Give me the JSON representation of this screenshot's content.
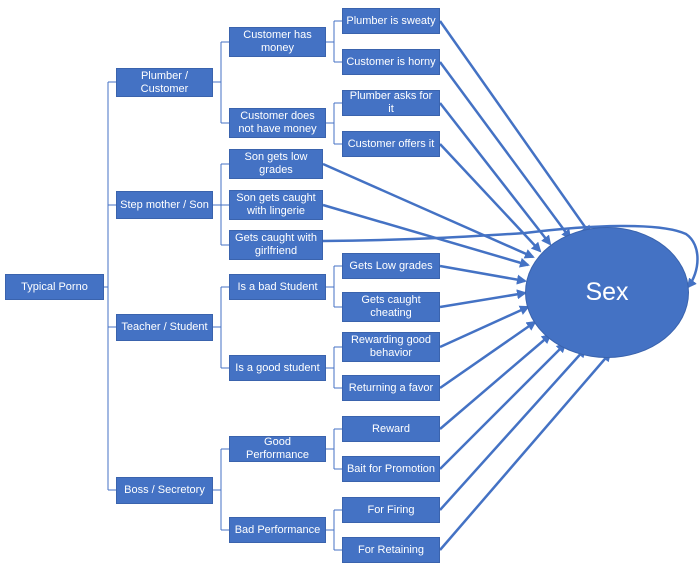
{
  "root": {
    "label": "Typical Porno"
  },
  "categories": {
    "plumber": "Plumber / Customer",
    "stepmom": "Step mother / Son",
    "teacher": "Teacher / Student",
    "boss": "Boss / Secretory"
  },
  "conditions": {
    "has_money": "Customer has money",
    "no_money": "Customer does not have money",
    "bad_student": "Is a bad Student",
    "good_student": "Is a good student",
    "good_performance": "Good Performance",
    "bad_performance": "Bad Performance"
  },
  "reasons": {
    "plumber_sweaty": "Plumber is sweaty",
    "customer_horny": "Customer is horny",
    "plumber_asks": "Plumber asks for it",
    "customer_offers": "Customer offers it",
    "son_low_grades": "Son gets low grades",
    "son_lingerie": "Son gets caught with lingerie",
    "son_girlfriend": "Gets caught with girlfriend",
    "low_grades": "Gets Low grades",
    "caught_cheating": "Gets caught cheating",
    "rewarding_behavior": "Rewarding good behavior",
    "returning_favor": "Returning a favor",
    "reward": "Reward",
    "bait_promotion": "Bait for Promotion",
    "for_firing": "For Firing",
    "for_retaining": "For Retaining"
  },
  "outcome": {
    "label": "Sex"
  },
  "colors": {
    "fill": "#4472c4",
    "line": "#4472c4",
    "text": "#ffffff"
  }
}
